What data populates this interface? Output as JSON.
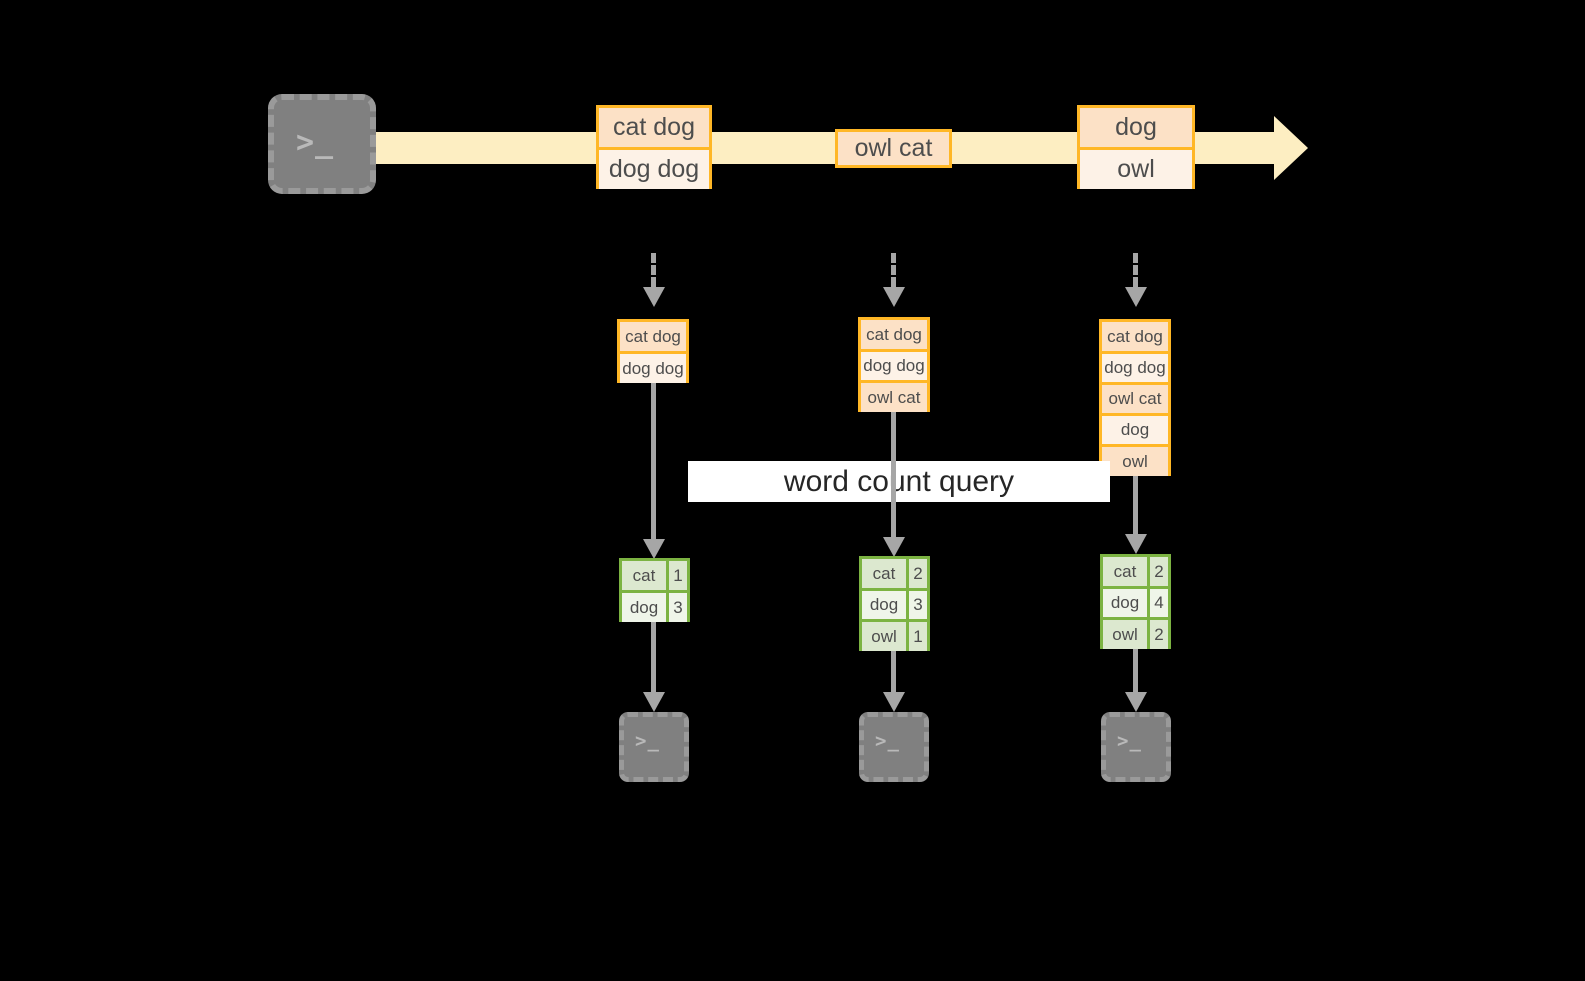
{
  "diagram": {
    "title_label": "word count query",
    "colors": {
      "background": "#000000",
      "stream_band": "#FDEEC2",
      "record_border": "#FFB726",
      "record_fill_dark": "#FCE1C6",
      "record_fill_light": "#FDF2E7",
      "table_border": "#7CB342",
      "table_fill_dark": "#DCE8CF",
      "table_fill_light": "#EFF5E9",
      "arrow_gray": "#A6A6A6",
      "terminal_fill": "#808080",
      "terminal_border": "#9A9A9A",
      "label_band": "#FFFFFF"
    },
    "producer_terminal": {
      "icon": "terminal-prompt-icon",
      "glyph": ">_"
    },
    "stream": {
      "groups": [
        {
          "id": "group-1",
          "rows": [
            {
              "text": "cat dog",
              "shade": "dark"
            },
            {
              "text": "dog dog",
              "shade": "light"
            }
          ]
        },
        {
          "id": "group-2",
          "rows": [
            {
              "text": "owl cat",
              "shade": "dark"
            }
          ]
        },
        {
          "id": "group-3",
          "rows": [
            {
              "text": "dog",
              "shade": "dark"
            },
            {
              "text": "owl",
              "shade": "light"
            }
          ]
        }
      ]
    },
    "snapshots": [
      {
        "id": "snapshot-1",
        "records": [
          {
            "text": "cat dog",
            "shade": "dark"
          },
          {
            "text": "dog dog",
            "shade": "light"
          }
        ],
        "result": {
          "rows": [
            {
              "word": "cat",
              "count": "1",
              "shade": "dark"
            },
            {
              "word": "dog",
              "count": "3",
              "shade": "light"
            }
          ]
        },
        "consumer_terminal": {
          "icon": "terminal-prompt-icon",
          "glyph": ">_"
        }
      },
      {
        "id": "snapshot-2",
        "records": [
          {
            "text": "cat dog",
            "shade": "dark"
          },
          {
            "text": "dog dog",
            "shade": "light"
          },
          {
            "text": "owl cat",
            "shade": "dark"
          }
        ],
        "result": {
          "rows": [
            {
              "word": "cat",
              "count": "2",
              "shade": "dark"
            },
            {
              "word": "dog",
              "count": "3",
              "shade": "light"
            },
            {
              "word": "owl",
              "count": "1",
              "shade": "dark"
            }
          ]
        },
        "consumer_terminal": {
          "icon": "terminal-prompt-icon",
          "glyph": ">_"
        }
      },
      {
        "id": "snapshot-3",
        "records": [
          {
            "text": "cat dog",
            "shade": "dark"
          },
          {
            "text": "dog dog",
            "shade": "light"
          },
          {
            "text": "owl cat",
            "shade": "dark"
          },
          {
            "text": "dog",
            "shade": "light"
          },
          {
            "text": "owl",
            "shade": "dark"
          }
        ],
        "result": {
          "rows": [
            {
              "word": "cat",
              "count": "2",
              "shade": "dark"
            },
            {
              "word": "dog",
              "count": "4",
              "shade": "light"
            },
            {
              "word": "owl",
              "count": "2",
              "shade": "dark"
            }
          ]
        },
        "consumer_terminal": {
          "icon": "terminal-prompt-icon",
          "glyph": ">_"
        }
      }
    ]
  }
}
